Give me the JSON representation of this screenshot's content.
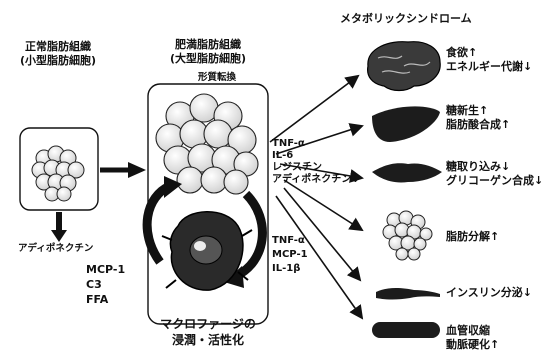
{
  "normal_tissue": {
    "title_line1": "正常脂肪組織",
    "title_line2": "(小型脂肪細胞)",
    "adiponectin": "アディポネクチン",
    "factors": [
      "MCP-1",
      "C3",
      "FFA"
    ]
  },
  "obese_tissue": {
    "title_line1": "肥満脂肪組織",
    "title_line2": "(大型脂肪細胞)",
    "transformation": "形質転換",
    "macrophage_line1": "マクロファージの",
    "macrophage_line2": "浸潤・活性化"
  },
  "upper_factors": [
    "TNF-α",
    "IL-6",
    "レジスチン",
    "アディポネクチン↓"
  ],
  "lower_factors": [
    "TNF-α",
    "MCP-1",
    "IL-1β"
  ],
  "metabolic_syndrome": {
    "title": "メタボリックシンドローム",
    "effects": [
      {
        "organ": "brain-icon",
        "line1": "食欲↑",
        "line2": "エネルギー代謝↓"
      },
      {
        "organ": "liver-icon",
        "line1": "糖新生↑",
        "line2": "脂肪酸合成↑"
      },
      {
        "organ": "muscle-icon",
        "line1": "糖取り込み↓",
        "line2": "グリコーゲン合成↓"
      },
      {
        "organ": "adipose-icon",
        "line1": "脂肪分解↑",
        "line2": ""
      },
      {
        "organ": "pancreas-icon",
        "line1": "インスリン分泌↓",
        "line2": ""
      },
      {
        "organ": "vessel-icon",
        "line1": "血管収縮",
        "line2": "動脈硬化↑"
      }
    ]
  }
}
